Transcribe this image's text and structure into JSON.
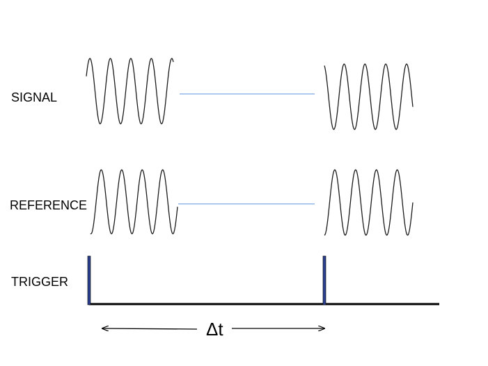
{
  "labels": {
    "signal": "SIGNAL",
    "reference": "REFERENCE",
    "trigger": "TRIGGER",
    "delta_t": "Δt"
  },
  "colors": {
    "waveform": "#1a1a1a",
    "gap_line": "#7aa6e0",
    "trigger_pulse": "#2b3f8f",
    "baseline": "#000000",
    "arrow": "#000000"
  },
  "waveforms": {
    "signal_cycles_per_burst": 4,
    "reference_cycles_per_burst": 4
  }
}
